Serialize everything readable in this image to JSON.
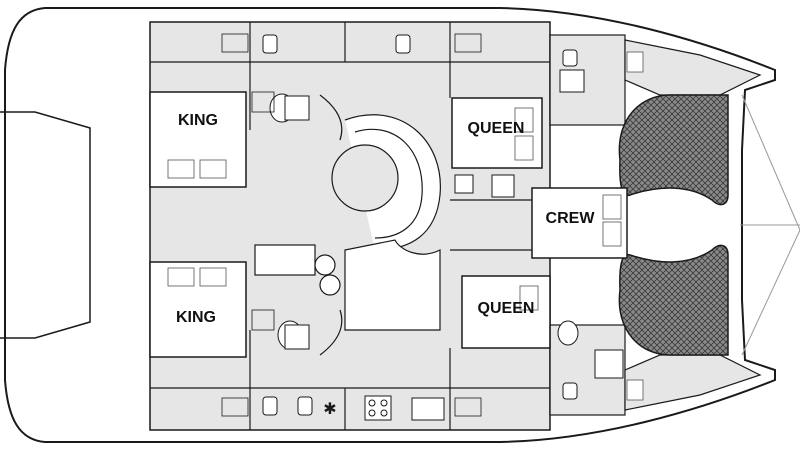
{
  "rooms": {
    "king_upper": "KING",
    "king_lower": "KING",
    "queen_upper": "QUEEN",
    "queen_lower": "QUEEN",
    "crew": "CREW"
  },
  "colors": {
    "outline": "#1a1a1a",
    "floor": "#e6e6e6",
    "cabin": "#ffffff",
    "net": "#6f6f6f"
  }
}
